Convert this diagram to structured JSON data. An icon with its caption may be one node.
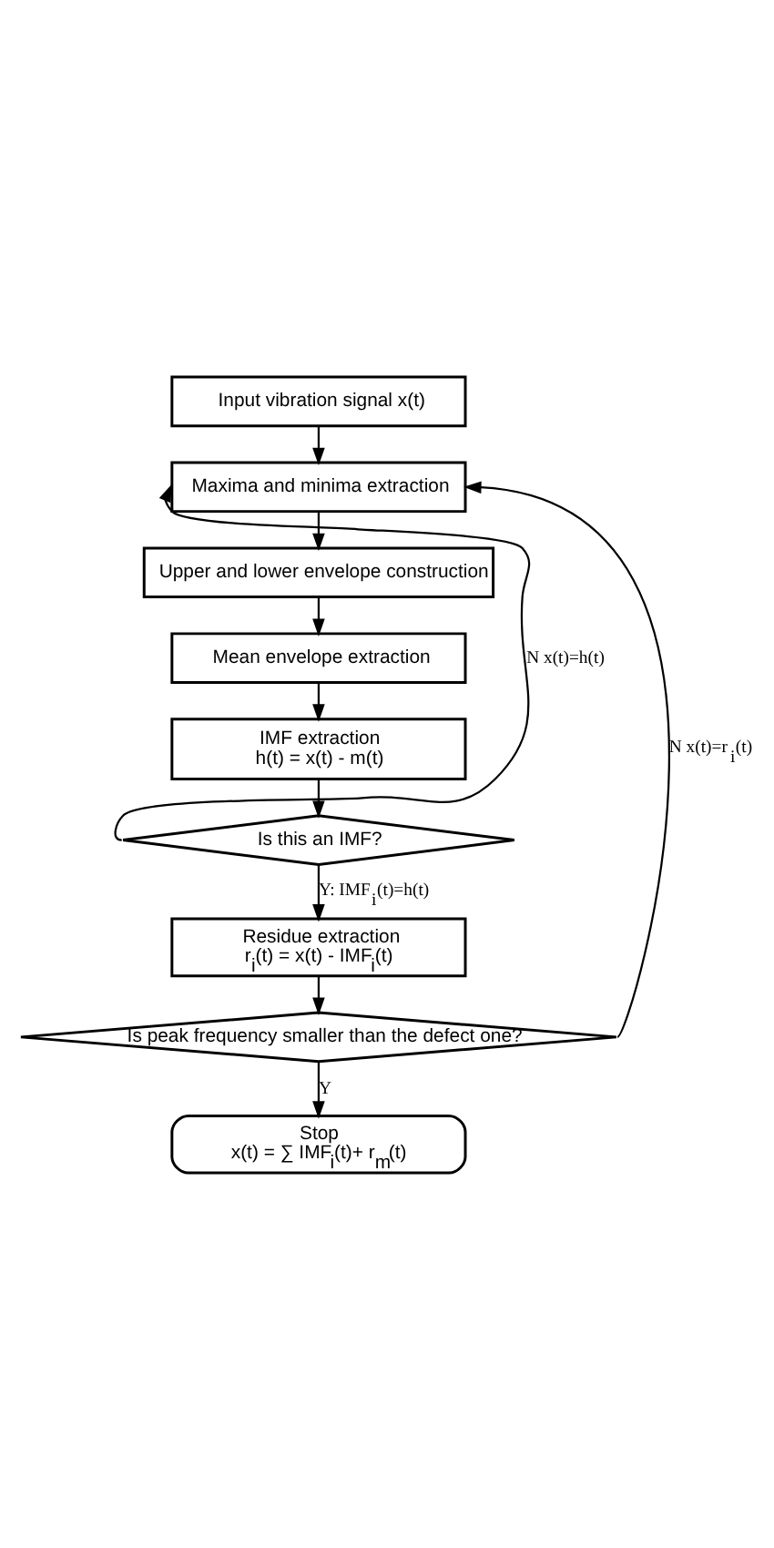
{
  "diagram": {
    "nodes": [
      {
        "text": [
          "Input vibration signal x(t)"
        ]
      },
      {
        "text": [
          "Maxima and minima extraction"
        ]
      },
      {
        "text": [
          "Upper and lower envelope construction"
        ]
      },
      {
        "text": [
          "Mean envelope extraction"
        ]
      },
      {
        "text": [
          "IMF extraction",
          "h(t) = x(t) - m(t)"
        ]
      },
      {
        "text": [
          "Is this an IMF?"
        ]
      },
      {
        "text": [
          "Residue extraction",
          "r$_{i}$(t) = x(t) - IMF$_{i}$(t)"
        ]
      },
      {
        "text": [
          "Is peak frequency smaller than the defect one?"
        ]
      },
      {
        "text": [
          "Stop",
          "x(t) = ∑ IMF$_{i}$(t)+ r$_{m}$(t)"
        ]
      }
    ],
    "edges": [
      {
        "from": 0,
        "to": 1,
        "arrow": "to"
      },
      {
        "from": 1,
        "to": 2,
        "arrow": "to"
      },
      {
        "from": 2,
        "to": 3,
        "arrow": "to"
      },
      {
        "from": 3,
        "to": 4,
        "arrow": "to"
      },
      {
        "from": 4,
        "to": 5,
        "arrow": "to"
      },
      {
        "from": 5,
        "to": 1,
        "arrow": "to",
        "label": "N x(t)=h(t)"
      },
      {
        "from": 5,
        "to": 6,
        "arrow": "to",
        "label": "Y: IMF$_{i}$(t)=h(t)"
      },
      {
        "from": 6,
        "to": 7,
        "arrow": "to"
      },
      {
        "from": 7,
        "to": 1,
        "arrow": "to",
        "label": "N x(t)=r$_{i}$(t)"
      },
      {
        "from": 7,
        "to": 8,
        "arrow": "to",
        "label": "Y"
      }
    ]
  }
}
